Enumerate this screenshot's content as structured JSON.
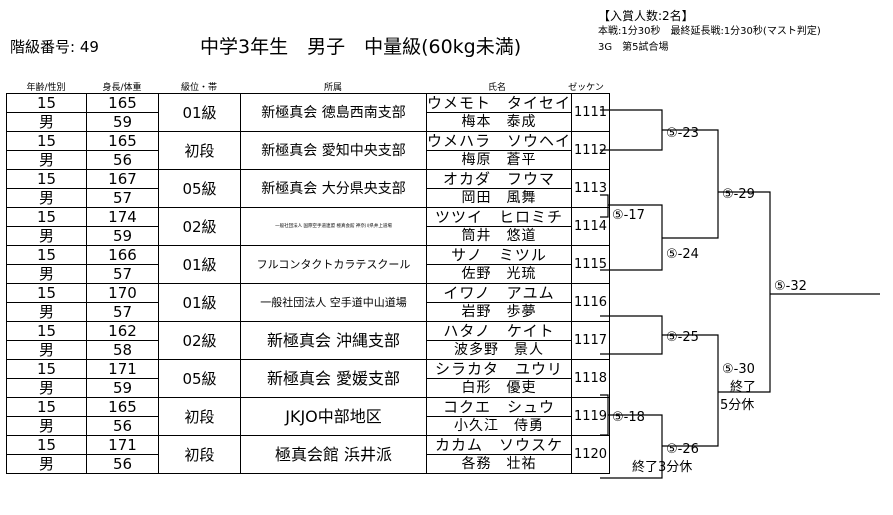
{
  "header": {
    "class_no_label": "階級番号:",
    "class_no": "49",
    "title": "中学3年生　男子　中量級(60kg未満)",
    "award": "【入賞人数:2名】",
    "rules": "本戦:1分30秒　最終延長戦:1分30秒(マスト判定)",
    "venue": "3G　第5試合場"
  },
  "columns": {
    "age_sex": "年齢/性別",
    "height_weight": "身長/体重",
    "rank": "級位・帯",
    "affiliation": "所属",
    "name": "氏名",
    "zekken": "ゼッケン"
  },
  "entries": [
    {
      "age": "15",
      "sex": "男",
      "height": "165",
      "weight": "59",
      "rank": "01級",
      "affiliation": "新極真会 徳島西南支部",
      "kana": "ウメモト　タイセイ",
      "kanji": "梅本　泰成",
      "zekken": "1111"
    },
    {
      "age": "15",
      "sex": "男",
      "height": "165",
      "weight": "56",
      "rank": "初段",
      "affiliation": "新極真会 愛知中央支部",
      "kana": "ウメハラ　ソウヘイ",
      "kanji": "梅原　蒼平",
      "zekken": "1112"
    },
    {
      "age": "15",
      "sex": "男",
      "height": "167",
      "weight": "57",
      "rank": "05級",
      "affiliation": "新極真会 大分県央支部",
      "kana": "オカダ　フウマ",
      "kanji": "岡田　風舞",
      "zekken": "1113"
    },
    {
      "age": "15",
      "sex": "男",
      "height": "174",
      "weight": "59",
      "rank": "02級",
      "affiliation": "一般社団法人 国際空手道連盟 極真会館 神奈川県井上道場",
      "kana": "ツツイ　ヒロミチ",
      "kanji": "筒井　悠道",
      "zekken": "1114"
    },
    {
      "age": "15",
      "sex": "男",
      "height": "166",
      "weight": "57",
      "rank": "01級",
      "affiliation": "フルコンタクトカラテスクール",
      "kana": "サノ　ミツル",
      "kanji": "佐野　光琉",
      "zekken": "1115"
    },
    {
      "age": "15",
      "sex": "男",
      "height": "170",
      "weight": "57",
      "rank": "01級",
      "affiliation": "一般社団法人 空手道中山道場",
      "kana": "イワノ　アユム",
      "kanji": "岩野　歩夢",
      "zekken": "1116"
    },
    {
      "age": "15",
      "sex": "男",
      "height": "162",
      "weight": "58",
      "rank": "02級",
      "affiliation": "新極真会 沖縄支部",
      "kana": "ハタノ　ケイト",
      "kanji": "波多野　景人",
      "zekken": "1117"
    },
    {
      "age": "15",
      "sex": "男",
      "height": "171",
      "weight": "59",
      "rank": "05級",
      "affiliation": "新極真会 愛媛支部",
      "kana": "シラカタ　ユウリ",
      "kanji": "白形　優吏",
      "zekken": "1118"
    },
    {
      "age": "15",
      "sex": "男",
      "height": "165",
      "weight": "56",
      "rank": "初段",
      "affiliation": "JKJO中部地区",
      "kana": "コクエ　シュウ",
      "kanji": "小久江　侍勇",
      "zekken": "1119"
    },
    {
      "age": "15",
      "sex": "男",
      "height": "171",
      "weight": "56",
      "rank": "初段",
      "affiliation": "極真会館 浜井派",
      "kana": "カカム　ソウスケ",
      "kanji": "各務　壮祐",
      "zekken": "1120"
    }
  ],
  "bracket": {
    "m23": "⑤-23",
    "m24": "⑤-24",
    "m17": "⑤-17",
    "m29": "⑤-29",
    "m25": "⑤-25",
    "m18": "⑤-18",
    "m26": "⑤-26",
    "m30": "⑤-30",
    "m32": "⑤-32",
    "break_30a": "終了",
    "break_30b": "5分休",
    "break_26": "終了3分休"
  }
}
